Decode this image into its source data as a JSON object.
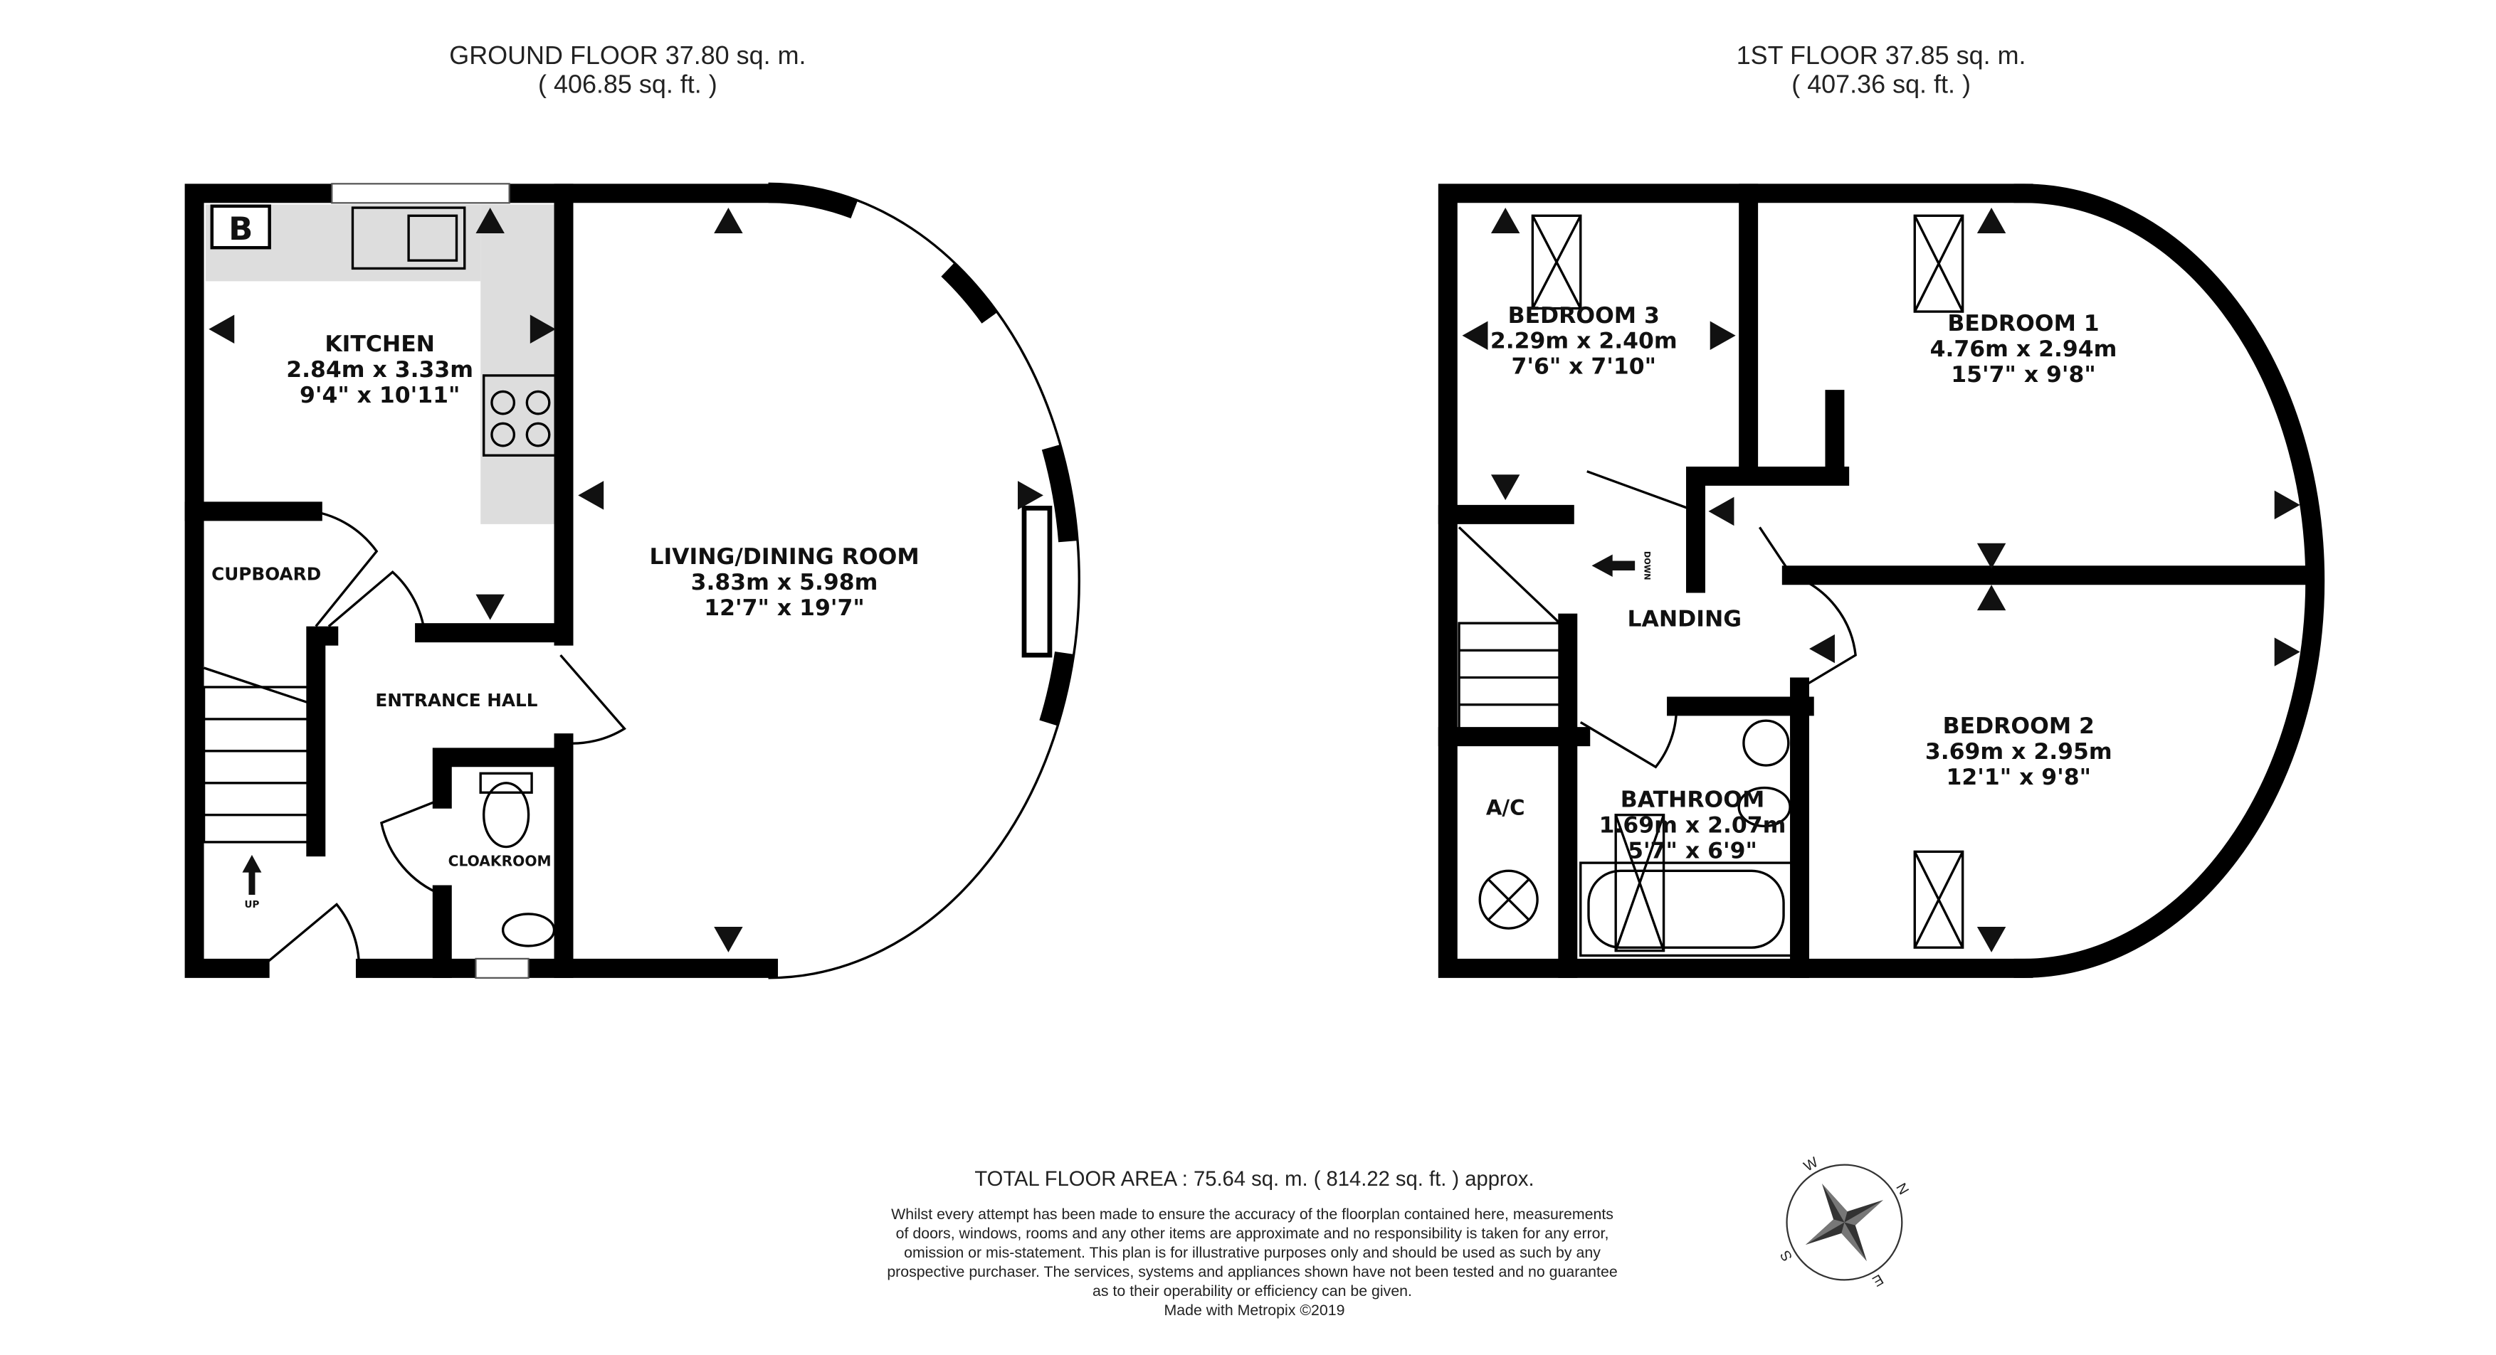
{
  "ground_floor": {
    "title": "GROUND FLOOR 37.80 sq. m.",
    "subtitle": "( 406.85 sq. ft. )"
  },
  "first_floor": {
    "title": "1ST FLOOR 37.85 sq. m.",
    "subtitle": "( 407.36 sq. ft. )"
  },
  "rooms": {
    "kitchen": {
      "name": "KITCHEN",
      "metric": "2.84m x 3.33m",
      "imperial": "9'4\" x 10'11\""
    },
    "living": {
      "name": "LIVING/DINING ROOM",
      "metric": "3.83m x 5.98m",
      "imperial": "12'7\" x 19'7\""
    },
    "cupboard": {
      "name": "CUPBOARD"
    },
    "entrance": {
      "name": "ENTRANCE HALL"
    },
    "cloakroom": {
      "name": "CLOAKROOM"
    },
    "bedroom3": {
      "name": "BEDROOM 3",
      "metric": "2.29m x 2.40m",
      "imperial": "7'6\" x 7'10\""
    },
    "bedroom1": {
      "name": "BEDROOM 1",
      "metric": "4.76m x 2.94m",
      "imperial": "15'7\" x 9'8\""
    },
    "bedroom2": {
      "name": "BEDROOM 2",
      "metric": "3.69m x 2.95m",
      "imperial": "12'1\" x 9'8\""
    },
    "bathroom": {
      "name": "BATHROOM",
      "metric": "1.69m x 2.07m",
      "imperial": "5'7\" x 6'9\""
    },
    "landing": {
      "name": "LANDING"
    },
    "ac": {
      "name": "A/C"
    }
  },
  "markers": {
    "boiler": "B",
    "up": "UP",
    "down": "DOWN"
  },
  "footer": {
    "total": "TOTAL FLOOR AREA : 75.64 sq. m. ( 814.22 sq. ft. ) approx.",
    "disclaimer": [
      "Whilst every attempt has been made to ensure the accuracy of the floorplan contained here, measurements",
      "of doors, windows, rooms and any other items are approximate and no responsibility is taken for any error,",
      "omission or mis-statement. This plan is for illustrative purposes only and should be used as such by any",
      "prospective purchaser. The services, systems and appliances shown have not been tested and no guarantee",
      "as to their operability or efficiency can be given."
    ],
    "credit": "Made with Metropix ©2019"
  },
  "compass": {
    "n": "N",
    "e": "E",
    "s": "S",
    "w": "W"
  }
}
